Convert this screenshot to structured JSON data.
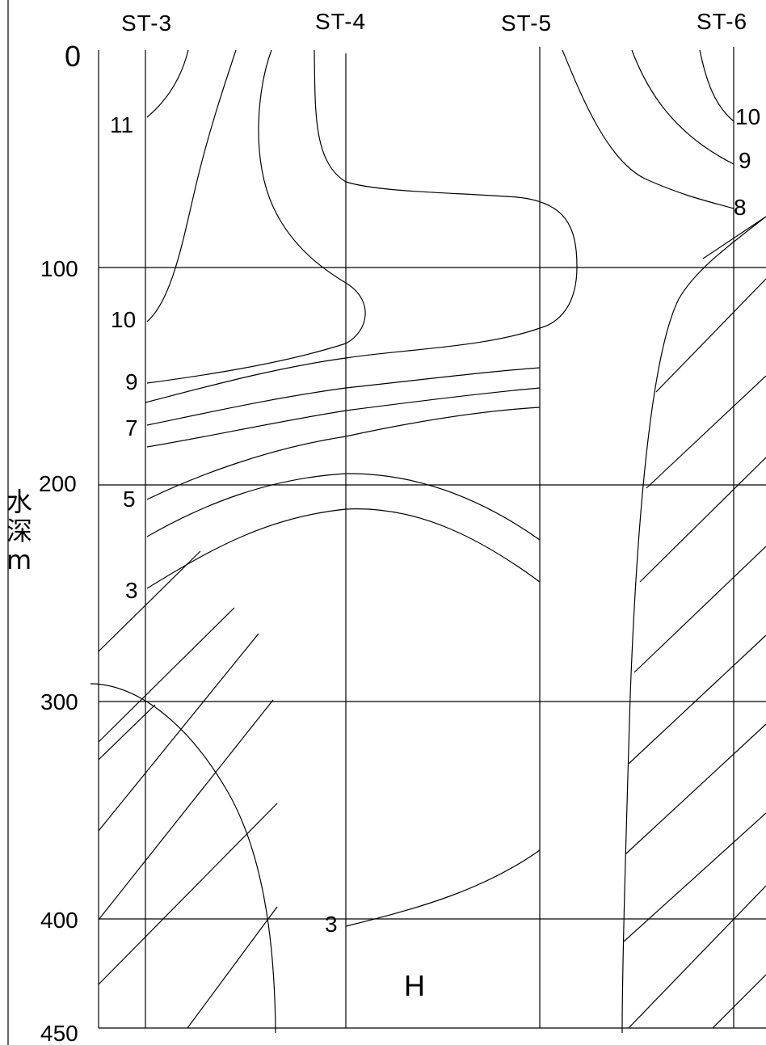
{
  "stations": [
    "ST-3",
    "ST-4",
    "ST-5",
    "ST-6"
  ],
  "depth_ticks": [
    "0",
    "100",
    "200",
    "300",
    "400",
    "450"
  ],
  "y_label": [
    "水",
    "深",
    "m"
  ],
  "contour_labels": {
    "st3_11": "11",
    "st3_10": "10",
    "st3_9": "9",
    "st3_7": "7",
    "st3_5": "5",
    "st3_3": "3",
    "st6_10": "10",
    "st6_9": "9",
    "st6_8": "8",
    "bottom_3": "3"
  },
  "h_mark": "H",
  "colors": {
    "line": "#000000",
    "background": "#ffffff"
  }
}
